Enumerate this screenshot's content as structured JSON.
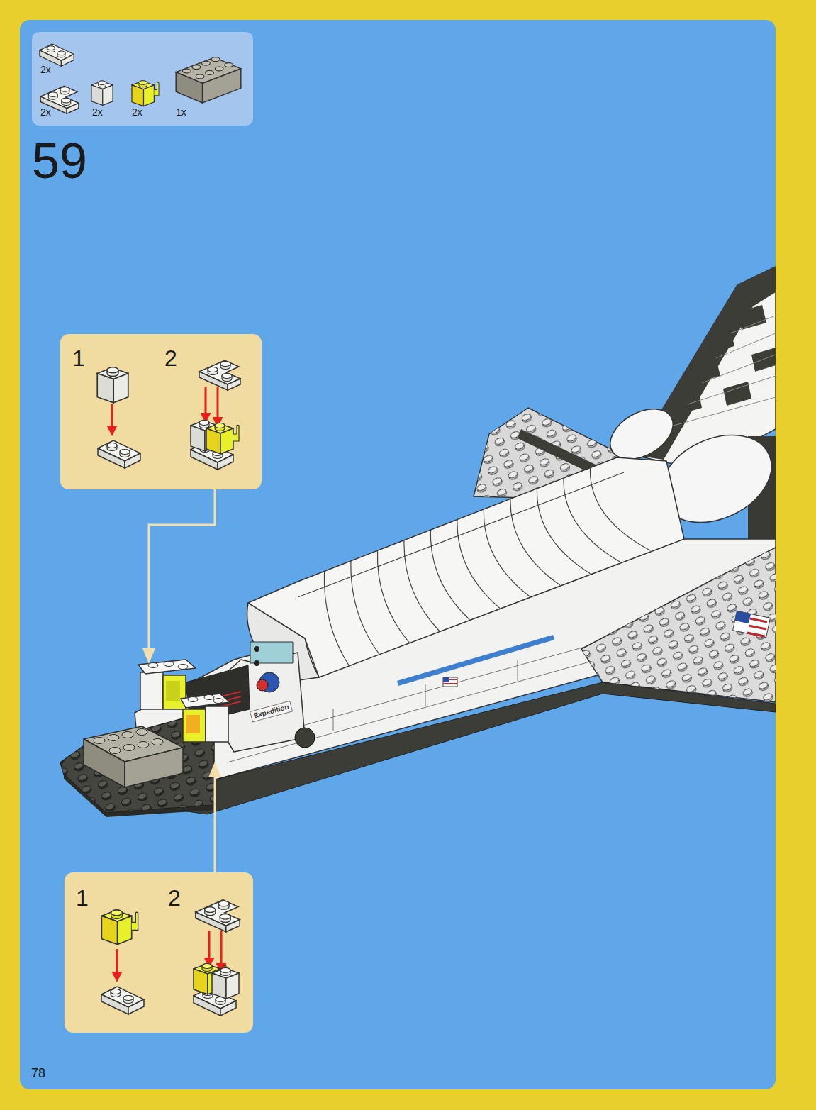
{
  "diagram": {
    "nodes": [
      {
        "text": [
          "2x",
          "2x",
          "2x",
          "2x",
          "1x"
        ]
      },
      {
        "text": [
          "1",
          "2"
        ]
      },
      {
        "text": [
          "1",
          "2"
        ]
      }
    ],
    "labels": [
      "59",
      "Expedition",
      "78"
    ]
  }
}
